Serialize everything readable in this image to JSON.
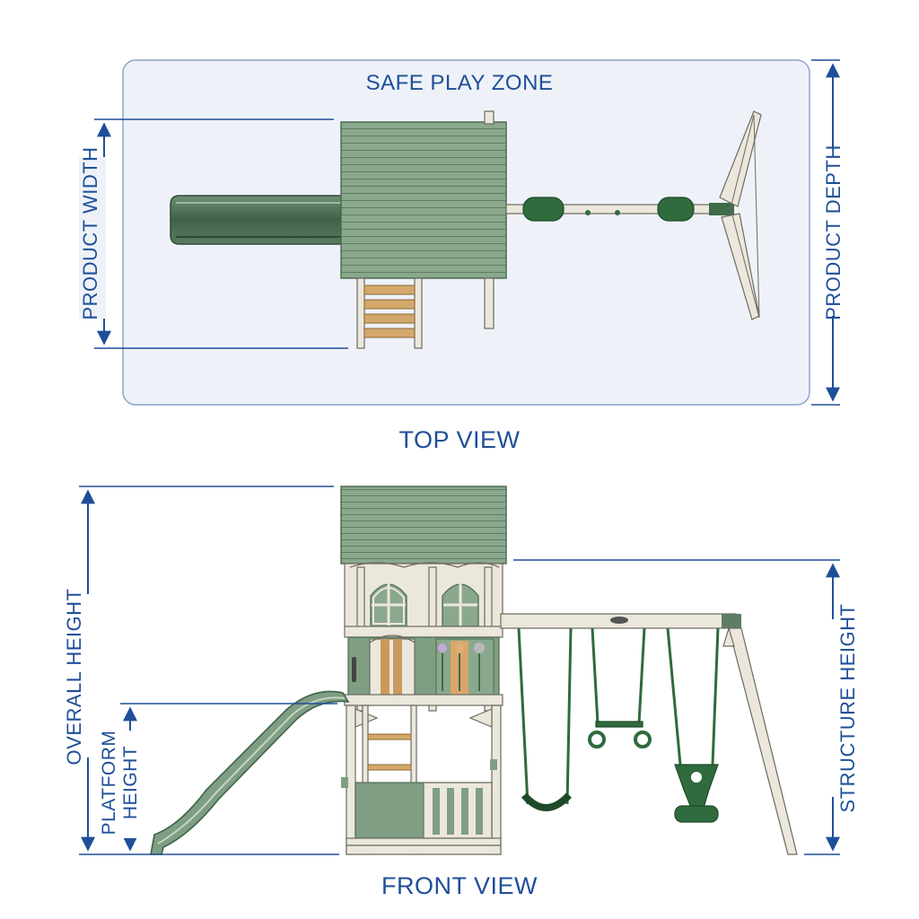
{
  "top_view": {
    "zone_label": "SAFE PLAY ZONE",
    "width_label": "PRODUCT WIDTH",
    "depth_label": "PRODUCT DEPTH",
    "caption": "TOP VIEW"
  },
  "front_view": {
    "overall_label": "OVERALL HEIGHT",
    "platform_label_1": "PLATFORM",
    "platform_label_2": "HEIGHT",
    "structure_label": "STRUCTURE HEIGHT",
    "caption": "FRONT VIEW"
  },
  "colors": {
    "dimension_blue": "#1f4f99",
    "zone_fill": "#eef2f8",
    "roof_green": "#8aa88c",
    "swing_green": "#2f6b3d",
    "frame_white": "#ece7dc"
  }
}
